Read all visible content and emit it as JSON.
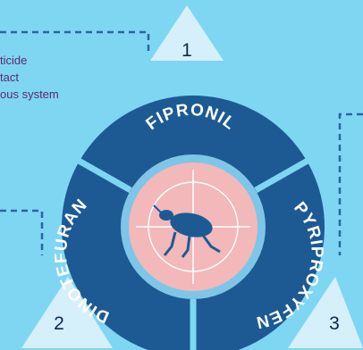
{
  "description_lines": [
    "ticide",
    "tact",
    "ous system"
  ],
  "segments": [
    {
      "label": "FIPRONIL"
    },
    {
      "label": "PYRIPROXYFEN"
    },
    {
      "label": "DINOTEFURAN"
    }
  ],
  "markers": [
    "1",
    "2",
    "3"
  ],
  "center_icon": "flea-icon",
  "colors": {
    "background": "#7fd6f2",
    "ring": "#1d5a94",
    "ring_inner": "#7ec6e8",
    "center": "#f2b8ba",
    "triangle": "#d6f0fb",
    "dashed": "#2a64a2",
    "text": "#5b2a6e"
  }
}
